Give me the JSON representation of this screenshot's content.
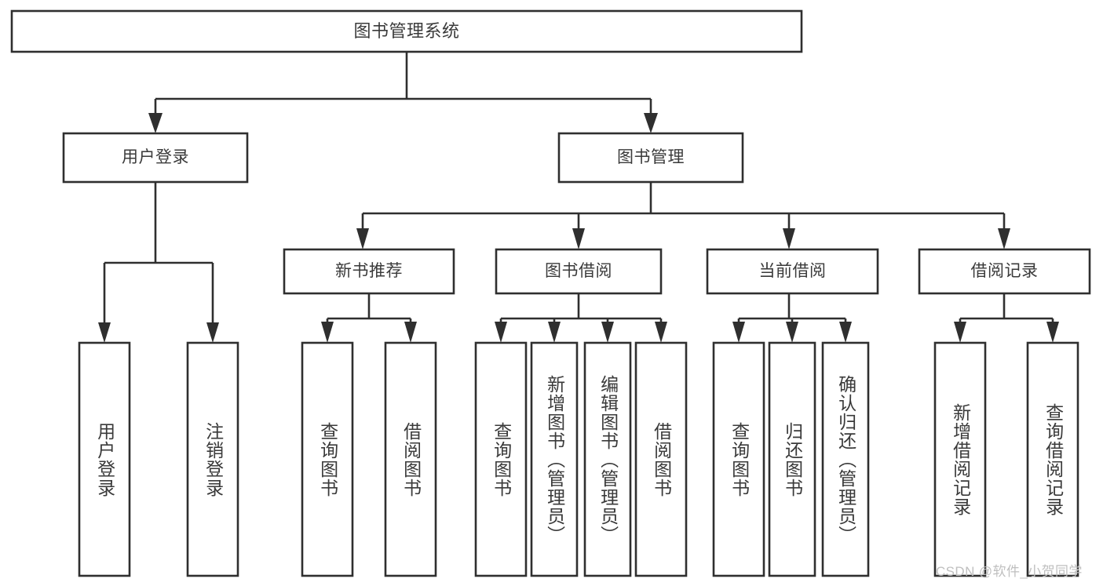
{
  "diagram": {
    "type": "tree-hierarchy",
    "title": "图书管理系统",
    "watermark": "CSDN @软件_小贺同学",
    "colors": {
      "stroke": "#2f2f2f",
      "fill": "#ffffff",
      "text": "#3a3a3a",
      "watermark": "#bfbfbf",
      "background": "#ffffff"
    },
    "nodes": {
      "root": {
        "label": "图书管理系统",
        "level": 0,
        "orientation": "horizontal"
      },
      "l1": [
        {
          "id": "user-login",
          "label": "用户登录",
          "orientation": "horizontal"
        },
        {
          "id": "book-management",
          "label": "图书管理",
          "orientation": "horizontal"
        }
      ],
      "l2": [
        {
          "id": "new-book-recommend",
          "label": "新书推荐",
          "orientation": "horizontal",
          "parent": "book-management"
        },
        {
          "id": "book-borrow",
          "label": "图书借阅",
          "orientation": "horizontal",
          "parent": "book-management"
        },
        {
          "id": "current-borrow",
          "label": "当前借阅",
          "orientation": "horizontal",
          "parent": "book-management"
        },
        {
          "id": "borrow-record",
          "label": "借阅记录",
          "orientation": "horizontal",
          "parent": "book-management"
        }
      ],
      "leaves": [
        {
          "id": "leaf-user-login",
          "label": "用户登录",
          "orientation": "vertical",
          "parent": "user-login"
        },
        {
          "id": "leaf-logout-login",
          "label": "注销登录",
          "orientation": "vertical",
          "parent": "user-login"
        },
        {
          "id": "leaf-query-book-rec",
          "label": "查询图书",
          "orientation": "vertical",
          "parent": "new-book-recommend"
        },
        {
          "id": "leaf-borrow-book-rec",
          "label": "借阅图书",
          "orientation": "vertical",
          "parent": "new-book-recommend"
        },
        {
          "id": "leaf-query-book-borrow",
          "label": "查询图书",
          "orientation": "vertical",
          "parent": "book-borrow"
        },
        {
          "id": "leaf-add-book-admin",
          "label": "新增图书（管理员）",
          "orientation": "vertical",
          "parent": "book-borrow"
        },
        {
          "id": "leaf-edit-book-admin",
          "label": "编辑图书（管理员）",
          "orientation": "vertical",
          "parent": "book-borrow"
        },
        {
          "id": "leaf-borrow-book",
          "label": "借阅图书",
          "orientation": "vertical",
          "parent": "book-borrow"
        },
        {
          "id": "leaf-query-book-current",
          "label": "查询图书",
          "orientation": "vertical",
          "parent": "current-borrow"
        },
        {
          "id": "leaf-return-book",
          "label": "归还图书",
          "orientation": "vertical",
          "parent": "current-borrow"
        },
        {
          "id": "leaf-confirm-return-admin",
          "label": "确认归还（管理员）",
          "orientation": "vertical",
          "parent": "current-borrow"
        },
        {
          "id": "leaf-add-borrow-record",
          "label": "新增借阅记录",
          "orientation": "vertical",
          "parent": "borrow-record"
        },
        {
          "id": "leaf-query-borrow-record",
          "label": "查询借阅记录",
          "orientation": "vertical",
          "parent": "borrow-record"
        }
      ]
    }
  }
}
